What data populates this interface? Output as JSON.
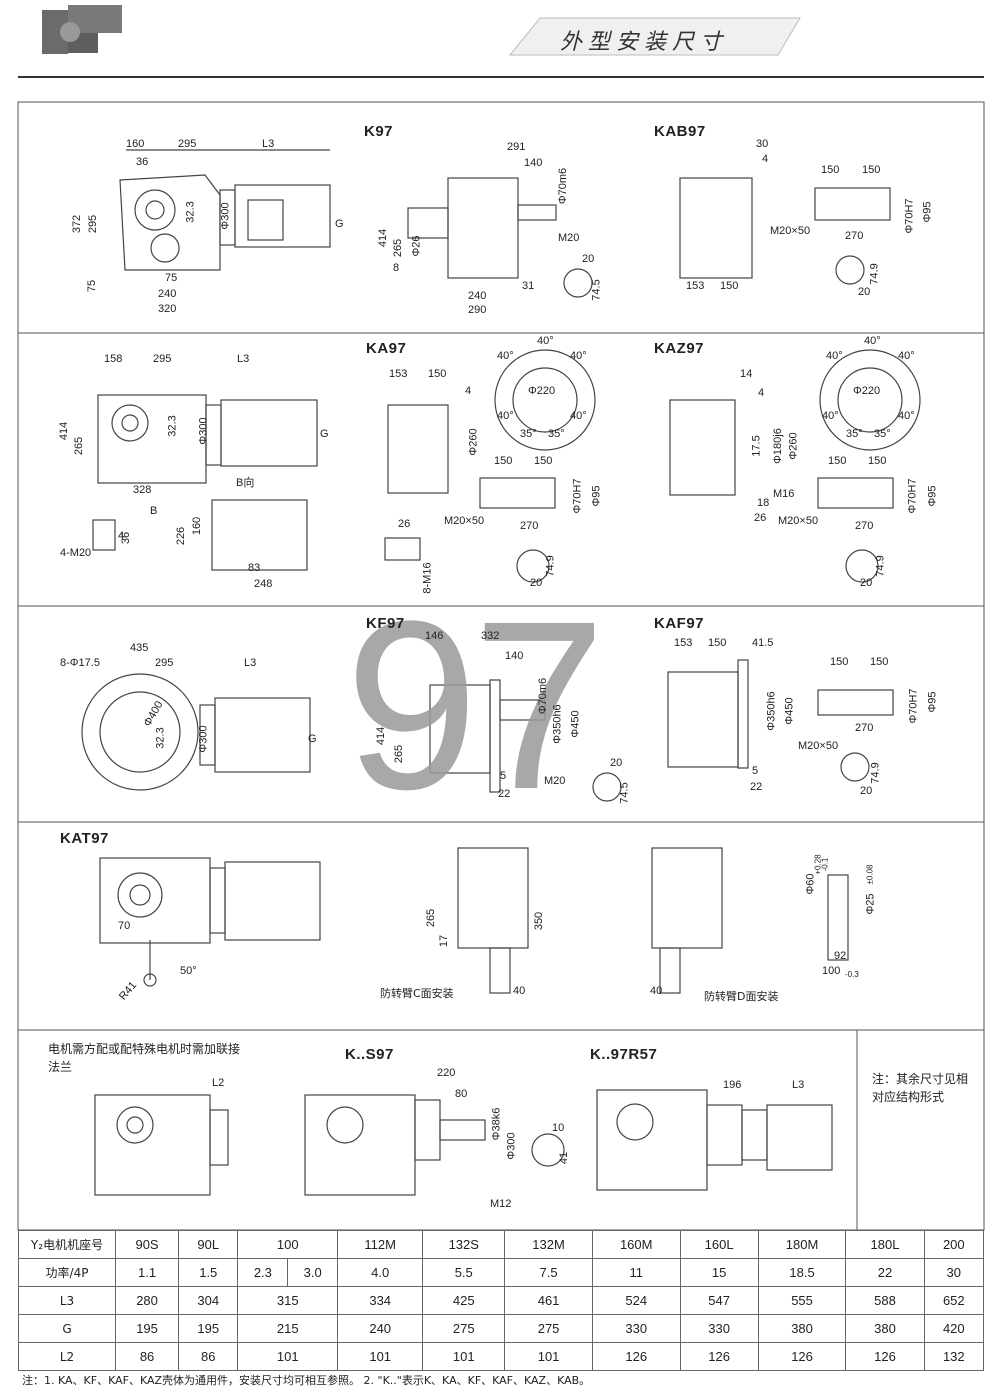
{
  "header": {
    "title": "外型安装尺寸"
  },
  "watermark": "97",
  "panels": {
    "k97": {
      "title": "K97",
      "dims": [
        "160",
        "295",
        "L3",
        "36",
        "372",
        "295",
        "32.3",
        "Φ300",
        "G",
        "75",
        "75",
        "240",
        "320",
        "291",
        "140",
        "Φ70m6",
        "414",
        "265",
        "Φ26",
        "8",
        "M20",
        "240",
        "31",
        "290",
        "20",
        "74.5"
      ]
    },
    "kab97": {
      "title": "KAB97",
      "dims": [
        "30",
        "4",
        "150",
        "150",
        "Φ70H7",
        "Φ95",
        "M20×50",
        "270",
        "153",
        "150",
        "74.9",
        "20"
      ]
    },
    "ka97": {
      "title": "KA97",
      "dims": [
        "158",
        "295",
        "L3",
        "414",
        "265",
        "32.3",
        "Φ300",
        "G",
        "328",
        "B",
        "B向",
        "4-M20",
        "36",
        "4",
        "226",
        "160",
        "26",
        "8-M16",
        "83",
        "248",
        "153",
        "150",
        "4",
        "Φ260",
        "40°",
        "40°",
        "40°",
        "Φ220",
        "40°",
        "35°",
        "35°",
        "40°",
        "150",
        "150",
        "M20×50",
        "270",
        "Φ70H7",
        "Φ95",
        "74.9",
        "20"
      ]
    },
    "kaz97": {
      "title": "KAZ97",
      "dims": [
        "14",
        "4",
        "Φ180j6",
        "Φ260",
        "17.5",
        "M16",
        "18",
        "26",
        "40°",
        "40°",
        "40°",
        "Φ220",
        "40°",
        "35°",
        "35°",
        "40°",
        "150",
        "150",
        "M20×50",
        "270",
        "Φ70H7",
        "Φ95",
        "74.9",
        "20"
      ]
    },
    "kf97": {
      "title": "KF97",
      "dims": [
        "8-Φ17.5",
        "435",
        "295",
        "L3",
        "Φ400",
        "32.3",
        "Φ300",
        "G",
        "146",
        "332",
        "140",
        "Φ70m6",
        "Φ350h6",
        "Φ450",
        "414",
        "265",
        "M20",
        "5",
        "22",
        "20",
        "74.5"
      ]
    },
    "kaf97": {
      "title": "KAF97",
      "dims": [
        "153",
        "150",
        "41.5",
        "Φ350h6",
        "Φ450",
        "5",
        "22",
        "150",
        "150",
        "270",
        "Φ70H7",
        "Φ95",
        "M20×50",
        "74.9",
        "20"
      ]
    },
    "kat97": {
      "title": "KAT97",
      "dims": [
        "70",
        "R41",
        "50°",
        "265",
        "17",
        "350",
        "40",
        "40",
        "防转臂C面安装",
        "防转臂D面安装",
        "Φ60",
        "+0.28",
        "-0.1",
        "Φ25",
        "±0.08",
        "92",
        "100",
        "-0.3"
      ]
    },
    "ks97": {
      "note": "电机需方配或配特殊电机时需加联接法兰",
      "title": "K..S97",
      "dims": [
        "L2",
        "220",
        "80",
        "Φ38k6",
        "Φ300",
        "M12",
        "10",
        "41"
      ]
    },
    "kr57": {
      "title": "K..97R57",
      "dims": [
        "196",
        "L3"
      ],
      "side_note": "注：其余尺寸见相对应结构形式"
    }
  },
  "table": {
    "rows": [
      {
        "label": "Y₂电机机座号",
        "cells": [
          "90S",
          "90L",
          "100",
          "112M",
          "132S",
          "132M",
          "160M",
          "160L",
          "180M",
          "180L",
          "200"
        ]
      },
      {
        "label": "功率/4P",
        "cells": [
          "1.1",
          "1.5",
          "2.3",
          "3.0",
          "4.0",
          "5.5",
          "7.5",
          "11",
          "15",
          "18.5",
          "22",
          "30"
        ]
      },
      {
        "label": "L3",
        "cells": [
          "280",
          "304",
          "315",
          "334",
          "425",
          "461",
          "524",
          "547",
          "555",
          "588",
          "652"
        ]
      },
      {
        "label": "G",
        "cells": [
          "195",
          "195",
          "215",
          "240",
          "275",
          "275",
          "330",
          "330",
          "380",
          "380",
          "420"
        ]
      },
      {
        "label": "L2",
        "cells": [
          "86",
          "86",
          "101",
          "101",
          "101",
          "101",
          "126",
          "126",
          "126",
          "126",
          "132"
        ]
      }
    ]
  },
  "footnote": "注：1. KA、KF、KAF、KAZ壳体为通用件，安装尺寸均可相互参照。   2. \"K..\"表示K、KA、KF、KAF、KAZ、KAB。"
}
